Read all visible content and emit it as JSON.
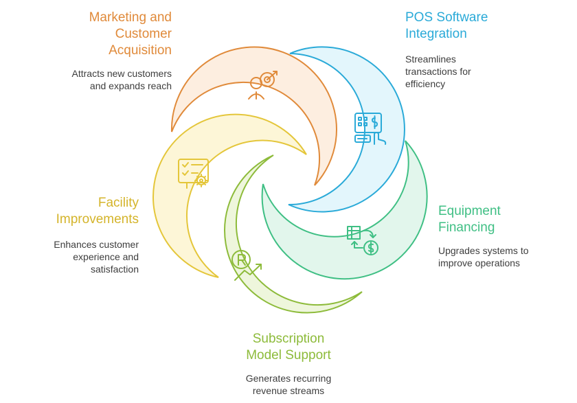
{
  "colors": {
    "marketing": "#e08a3a",
    "pos": "#2aaad8",
    "equipment": "#3fbf84",
    "subscription": "#8dbb3a",
    "facility": "#e4c63a",
    "text": "#3d3d3d"
  },
  "segments": {
    "marketing": {
      "title": "Marketing and\nCustomer\nAcquisition",
      "description": "Attracts new customers\nand expands reach",
      "icon": "target-person-icon"
    },
    "pos": {
      "title": "POS Software\nIntegration",
      "description": "Streamlines\ntransactions for\nefficiency",
      "icon": "pos-terminal-icon"
    },
    "equipment": {
      "title": "Equipment\nFinancing",
      "description": "Upgrades systems to\nimprove operations",
      "icon": "equipment-finance-icon"
    },
    "subscription": {
      "title": "Subscription\nModel Support",
      "description": "Generates recurring\nrevenue streams",
      "icon": "recurring-revenue-icon"
    },
    "facility": {
      "title": "Facility\nImprovements",
      "description": "Enhances customer\nexperience and\nsatisfaction",
      "icon": "checklist-gear-icon"
    }
  }
}
